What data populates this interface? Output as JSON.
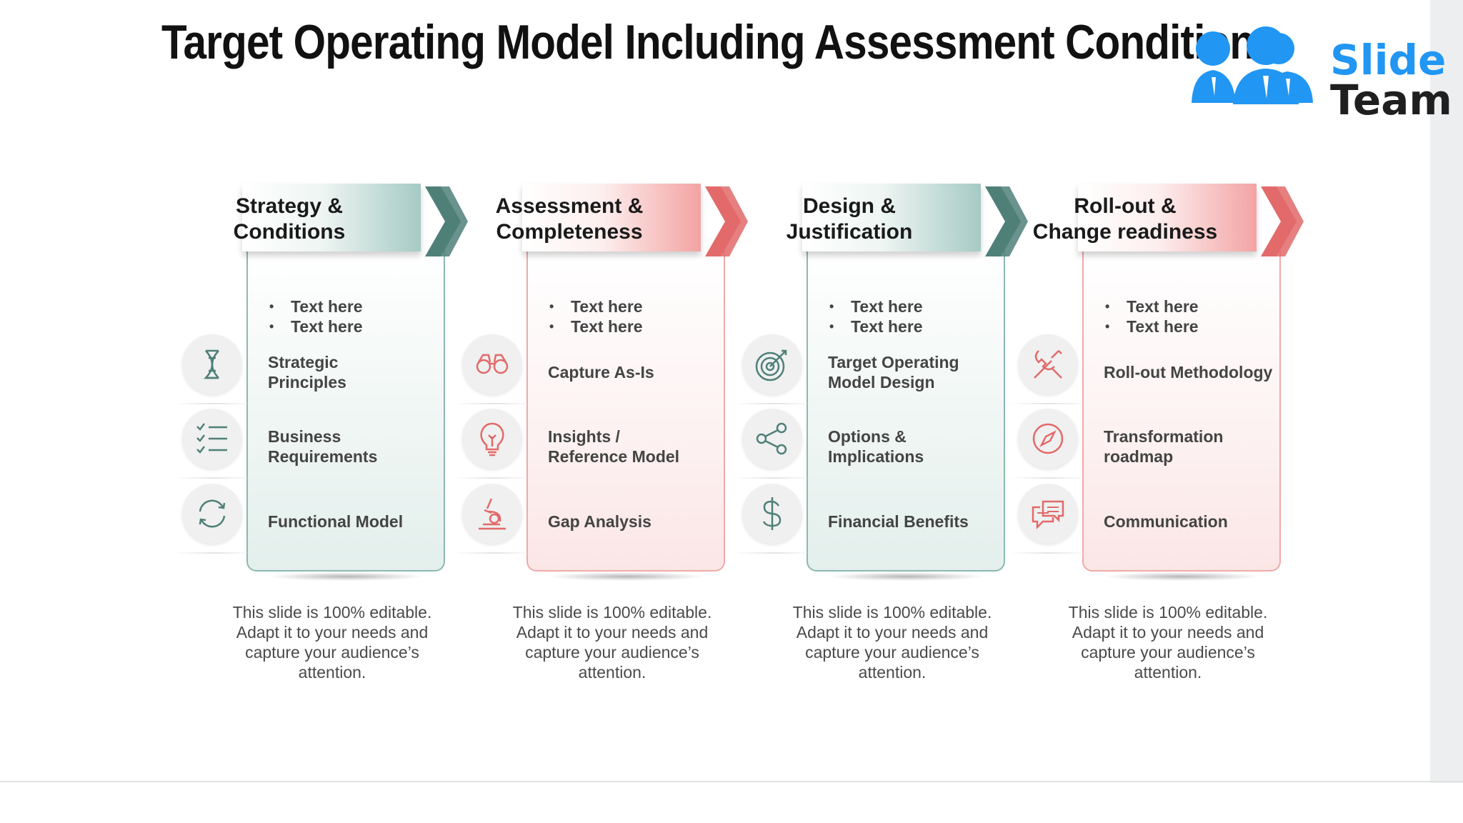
{
  "slide": {
    "title": "Target Operating Model Including Assessment Conditions"
  },
  "logo": {
    "word1": "Slide",
    "word2": "Team",
    "color_primary": "#2196f3"
  },
  "colors": {
    "teal": "#4f8078",
    "red": "#e26a6a"
  },
  "columns": [
    {
      "theme": "teal",
      "header": [
        "Strategy &",
        "Conditions"
      ],
      "bullets": [
        "Text here",
        "Text here"
      ],
      "items": [
        {
          "lines": [
            "Strategic",
            "Principles"
          ],
          "icon": "dna-icon"
        },
        {
          "lines": [
            "Business",
            "Requirements"
          ],
          "icon": "checklist-icon"
        },
        {
          "lines": [
            "Functional Model"
          ],
          "icon": "refresh-icon"
        }
      ],
      "footer": "This slide is 100% editable. Adapt it to your needs and  capture your audience’s attention."
    },
    {
      "theme": "red",
      "header": [
        "Assessment &",
        "Completeness"
      ],
      "bullets": [
        "Text here",
        "Text here"
      ],
      "items": [
        {
          "lines": [
            "Capture As-Is"
          ],
          "icon": "binoculars-icon"
        },
        {
          "lines": [
            "Insights /",
            "Reference Model"
          ],
          "icon": "lightbulb-icon"
        },
        {
          "lines": [
            "Gap Analysis"
          ],
          "icon": "microscope-icon"
        }
      ],
      "footer": "This slide is 100% editable. Adapt it to your needs and  capture your audience’s attention."
    },
    {
      "theme": "teal",
      "header": [
        "Design &",
        "Justification"
      ],
      "bullets": [
        "Text here",
        "Text here"
      ],
      "items": [
        {
          "lines": [
            "Target Operating",
            "Model Design"
          ],
          "icon": "target-icon"
        },
        {
          "lines": [
            "Options &",
            "Implications"
          ],
          "icon": "share-icon"
        },
        {
          "lines": [
            "Financial Benefits"
          ],
          "icon": "dollar-icon"
        }
      ],
      "footer": "This slide is 100% editable. Adapt it to your needs and  capture your audience’s attention."
    },
    {
      "theme": "red",
      "header": [
        "Roll-out &",
        "Change readiness"
      ],
      "bullets": [
        "Text here",
        "Text here"
      ],
      "items": [
        {
          "lines": [
            "Roll-out Methodology"
          ],
          "icon": "tools-icon"
        },
        {
          "lines": [
            "Transformation",
            " roadmap"
          ],
          "icon": "compass-icon"
        },
        {
          "lines": [
            "Communication"
          ],
          "icon": "chat-icon"
        }
      ],
      "footer": "This slide is 100% editable. Adapt it to your needs and  capture your audience’s attention."
    }
  ]
}
